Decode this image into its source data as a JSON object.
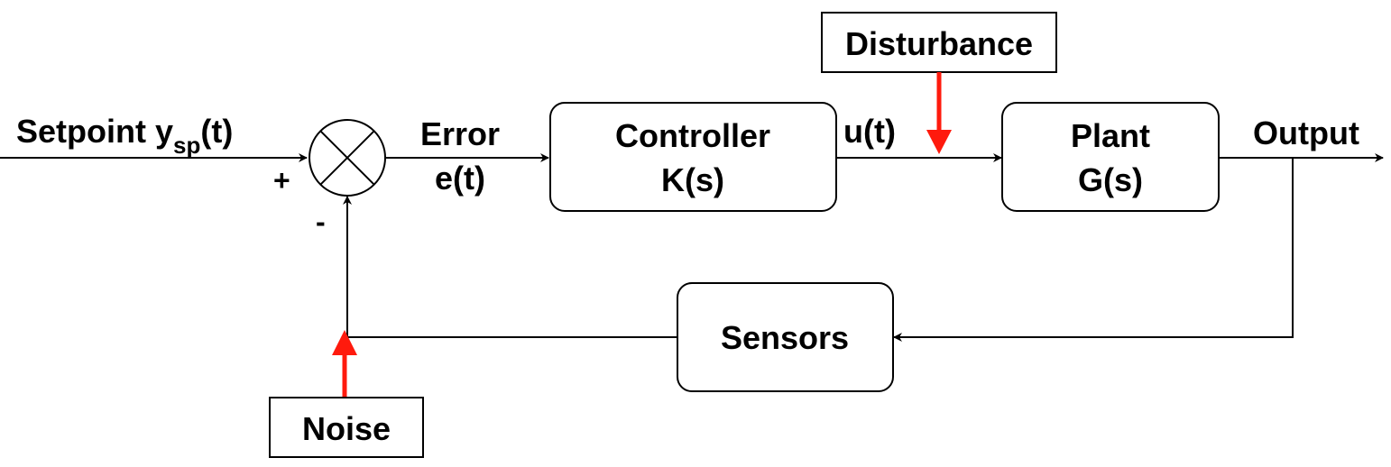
{
  "diagram": {
    "colors": {
      "line": "#000000",
      "disturbance_arrow": "#ff1a0d",
      "noise_arrow": "#ff1a0d",
      "background": "#ffffff"
    },
    "setpoint": {
      "label_main": "Setpoint y",
      "label_sub": "sp",
      "label_tail": "(t)"
    },
    "summing_junction": {
      "plus_sign": "+",
      "minus_sign": "-",
      "icon": "summing-junction-x-icon"
    },
    "error": {
      "label_line1": "Error",
      "label_line2": "e(t)"
    },
    "controller": {
      "label_line1": "Controller",
      "label_line2": "K(s)"
    },
    "control_signal": {
      "label": "u(t)"
    },
    "disturbance": {
      "label": "Disturbance"
    },
    "plant": {
      "label_line1": "Plant",
      "label_line2": "G(s)"
    },
    "output": {
      "label": "Output"
    },
    "sensors": {
      "label": "Sensors"
    },
    "noise": {
      "label": "Noise"
    }
  }
}
